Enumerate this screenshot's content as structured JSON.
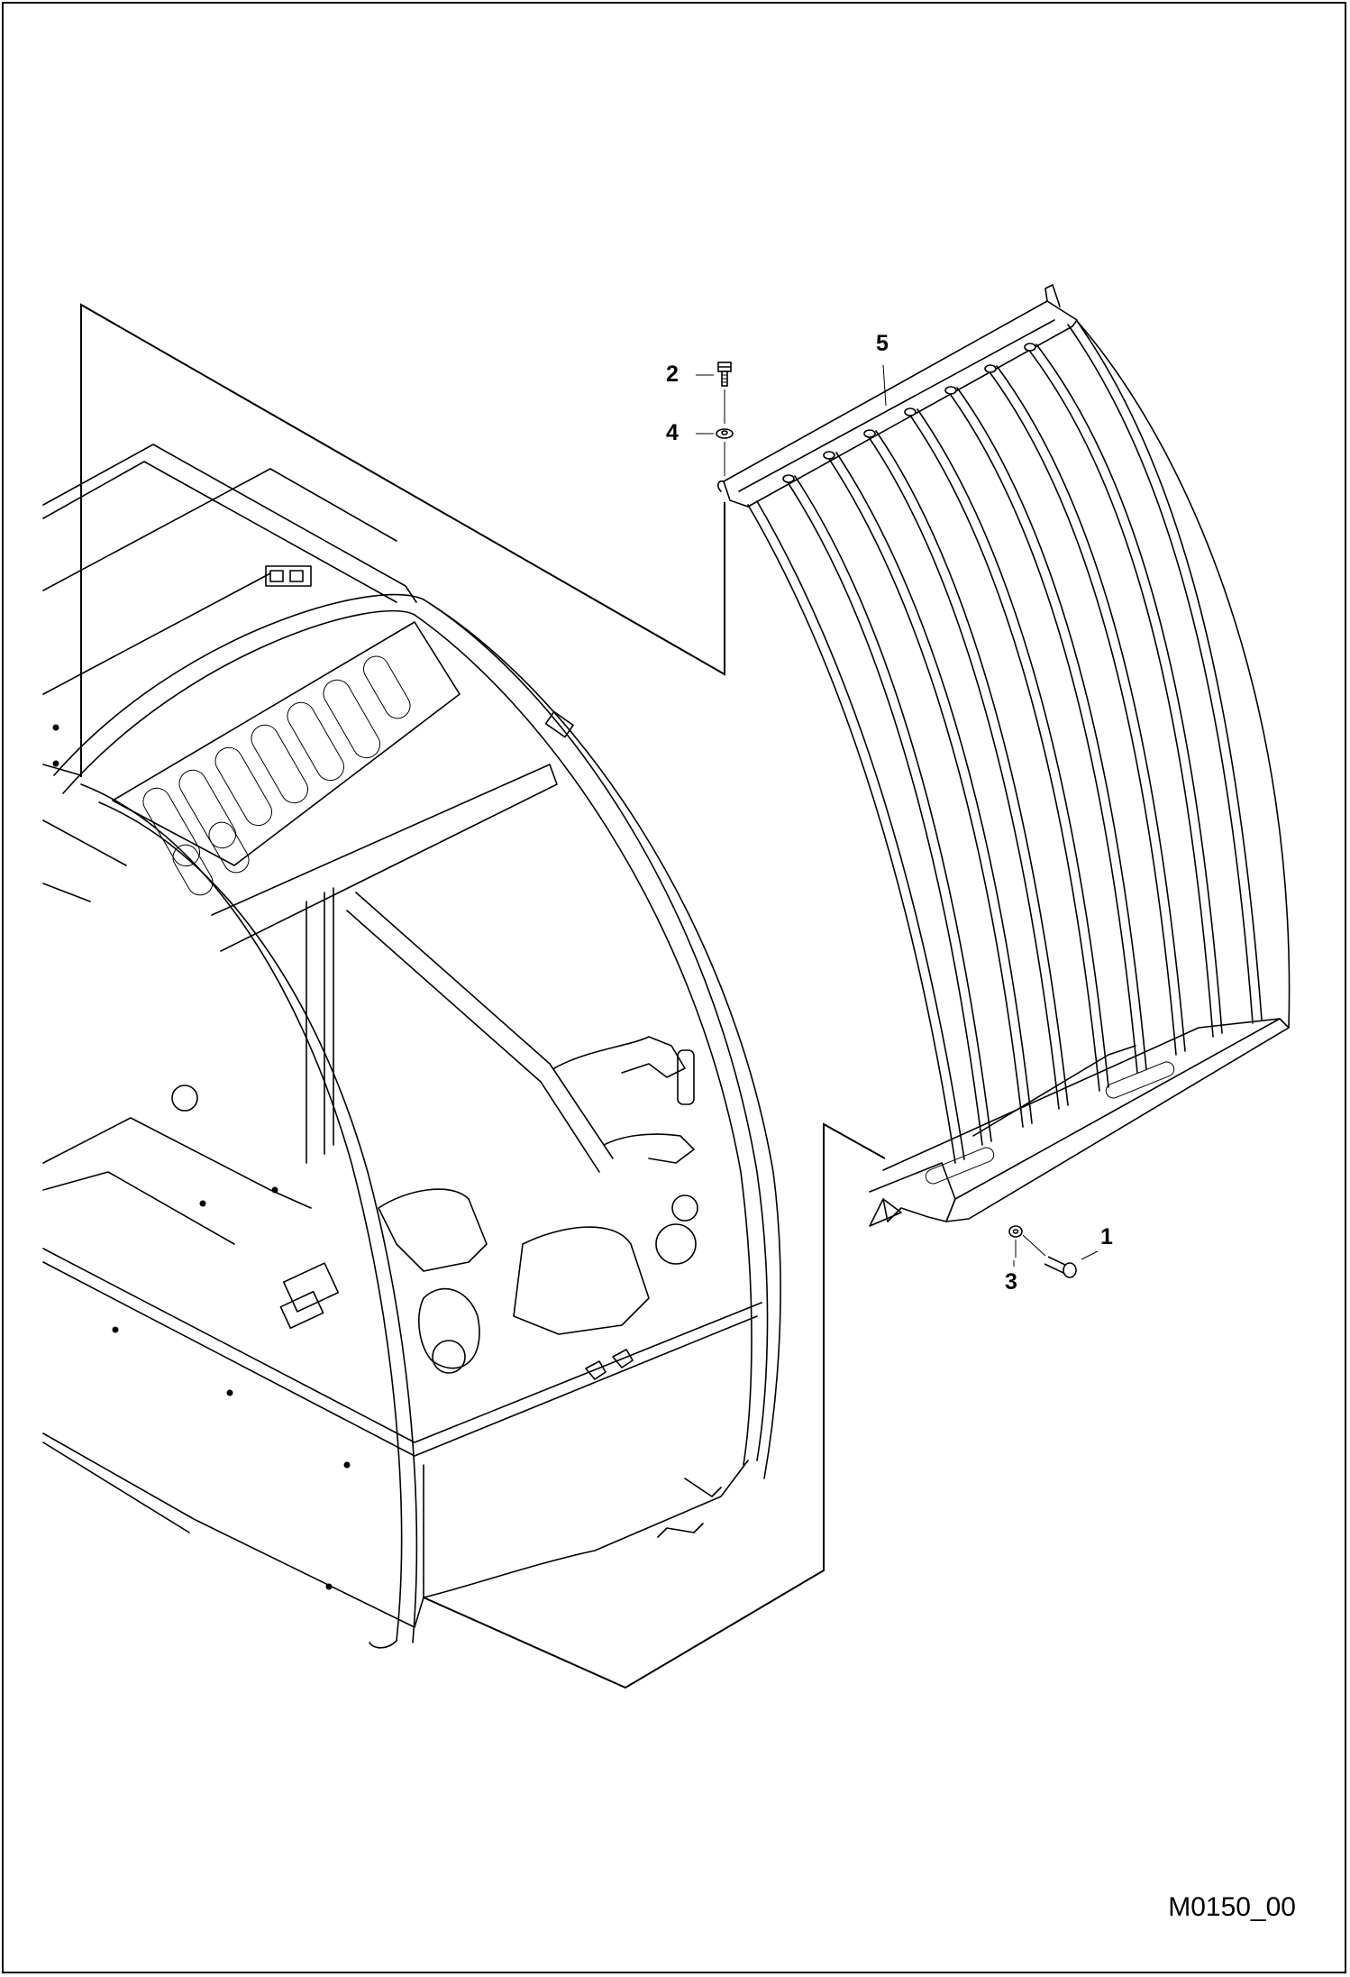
{
  "callouts": {
    "c1": "1",
    "c2": "2",
    "c3": "3",
    "c4": "4",
    "c5": "5"
  },
  "drawing_id": "M0150_00"
}
